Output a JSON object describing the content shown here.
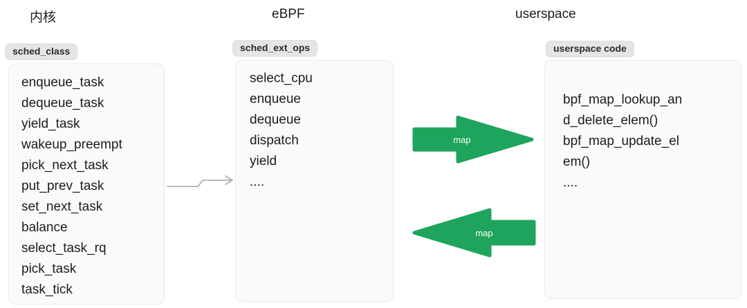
{
  "diagram": {
    "columns": [
      {
        "header": "内核",
        "badge": "sched_class",
        "items": [
          "enqueue_task",
          "dequeue_task",
          "yield_task",
          "wakeup_preempt",
          "pick_next_task",
          "put_prev_task",
          "set_next_task",
          "balance",
          "select_task_rq",
          "pick_task",
          "task_tick"
        ]
      },
      {
        "header": "eBPF",
        "badge": "sched_ext_ops",
        "items": [
          "select_cpu",
          "enqueue",
          "dequeue",
          "dispatch",
          "yield",
          "...."
        ]
      },
      {
        "header": "userspace",
        "badge": "userspace code",
        "items": [
          "bpf_map_lookup_an",
          "d_delete_elem()",
          "bpf_map_update_el",
          "em()",
          "...."
        ]
      }
    ],
    "arrows": {
      "kernel_to_ebpf": {
        "style": "thin-gray-connector",
        "color": "#adadad"
      },
      "map_right": {
        "label": "map",
        "direction": "right",
        "color": "#1ea45c"
      },
      "map_left": {
        "label": "map",
        "direction": "left",
        "color": "#1ea45c"
      }
    },
    "colors": {
      "background": "#ffffff",
      "box_fill": "#fafafa",
      "box_border": "#e9e9e9",
      "badge_fill": "#e5e5e5",
      "badge_text": "#2b2b2b",
      "text": "#1c1c1e",
      "arrow_green": "#1ea45c",
      "arrow_label_text": "#ffffff",
      "connector_gray": "#adadad"
    }
  }
}
